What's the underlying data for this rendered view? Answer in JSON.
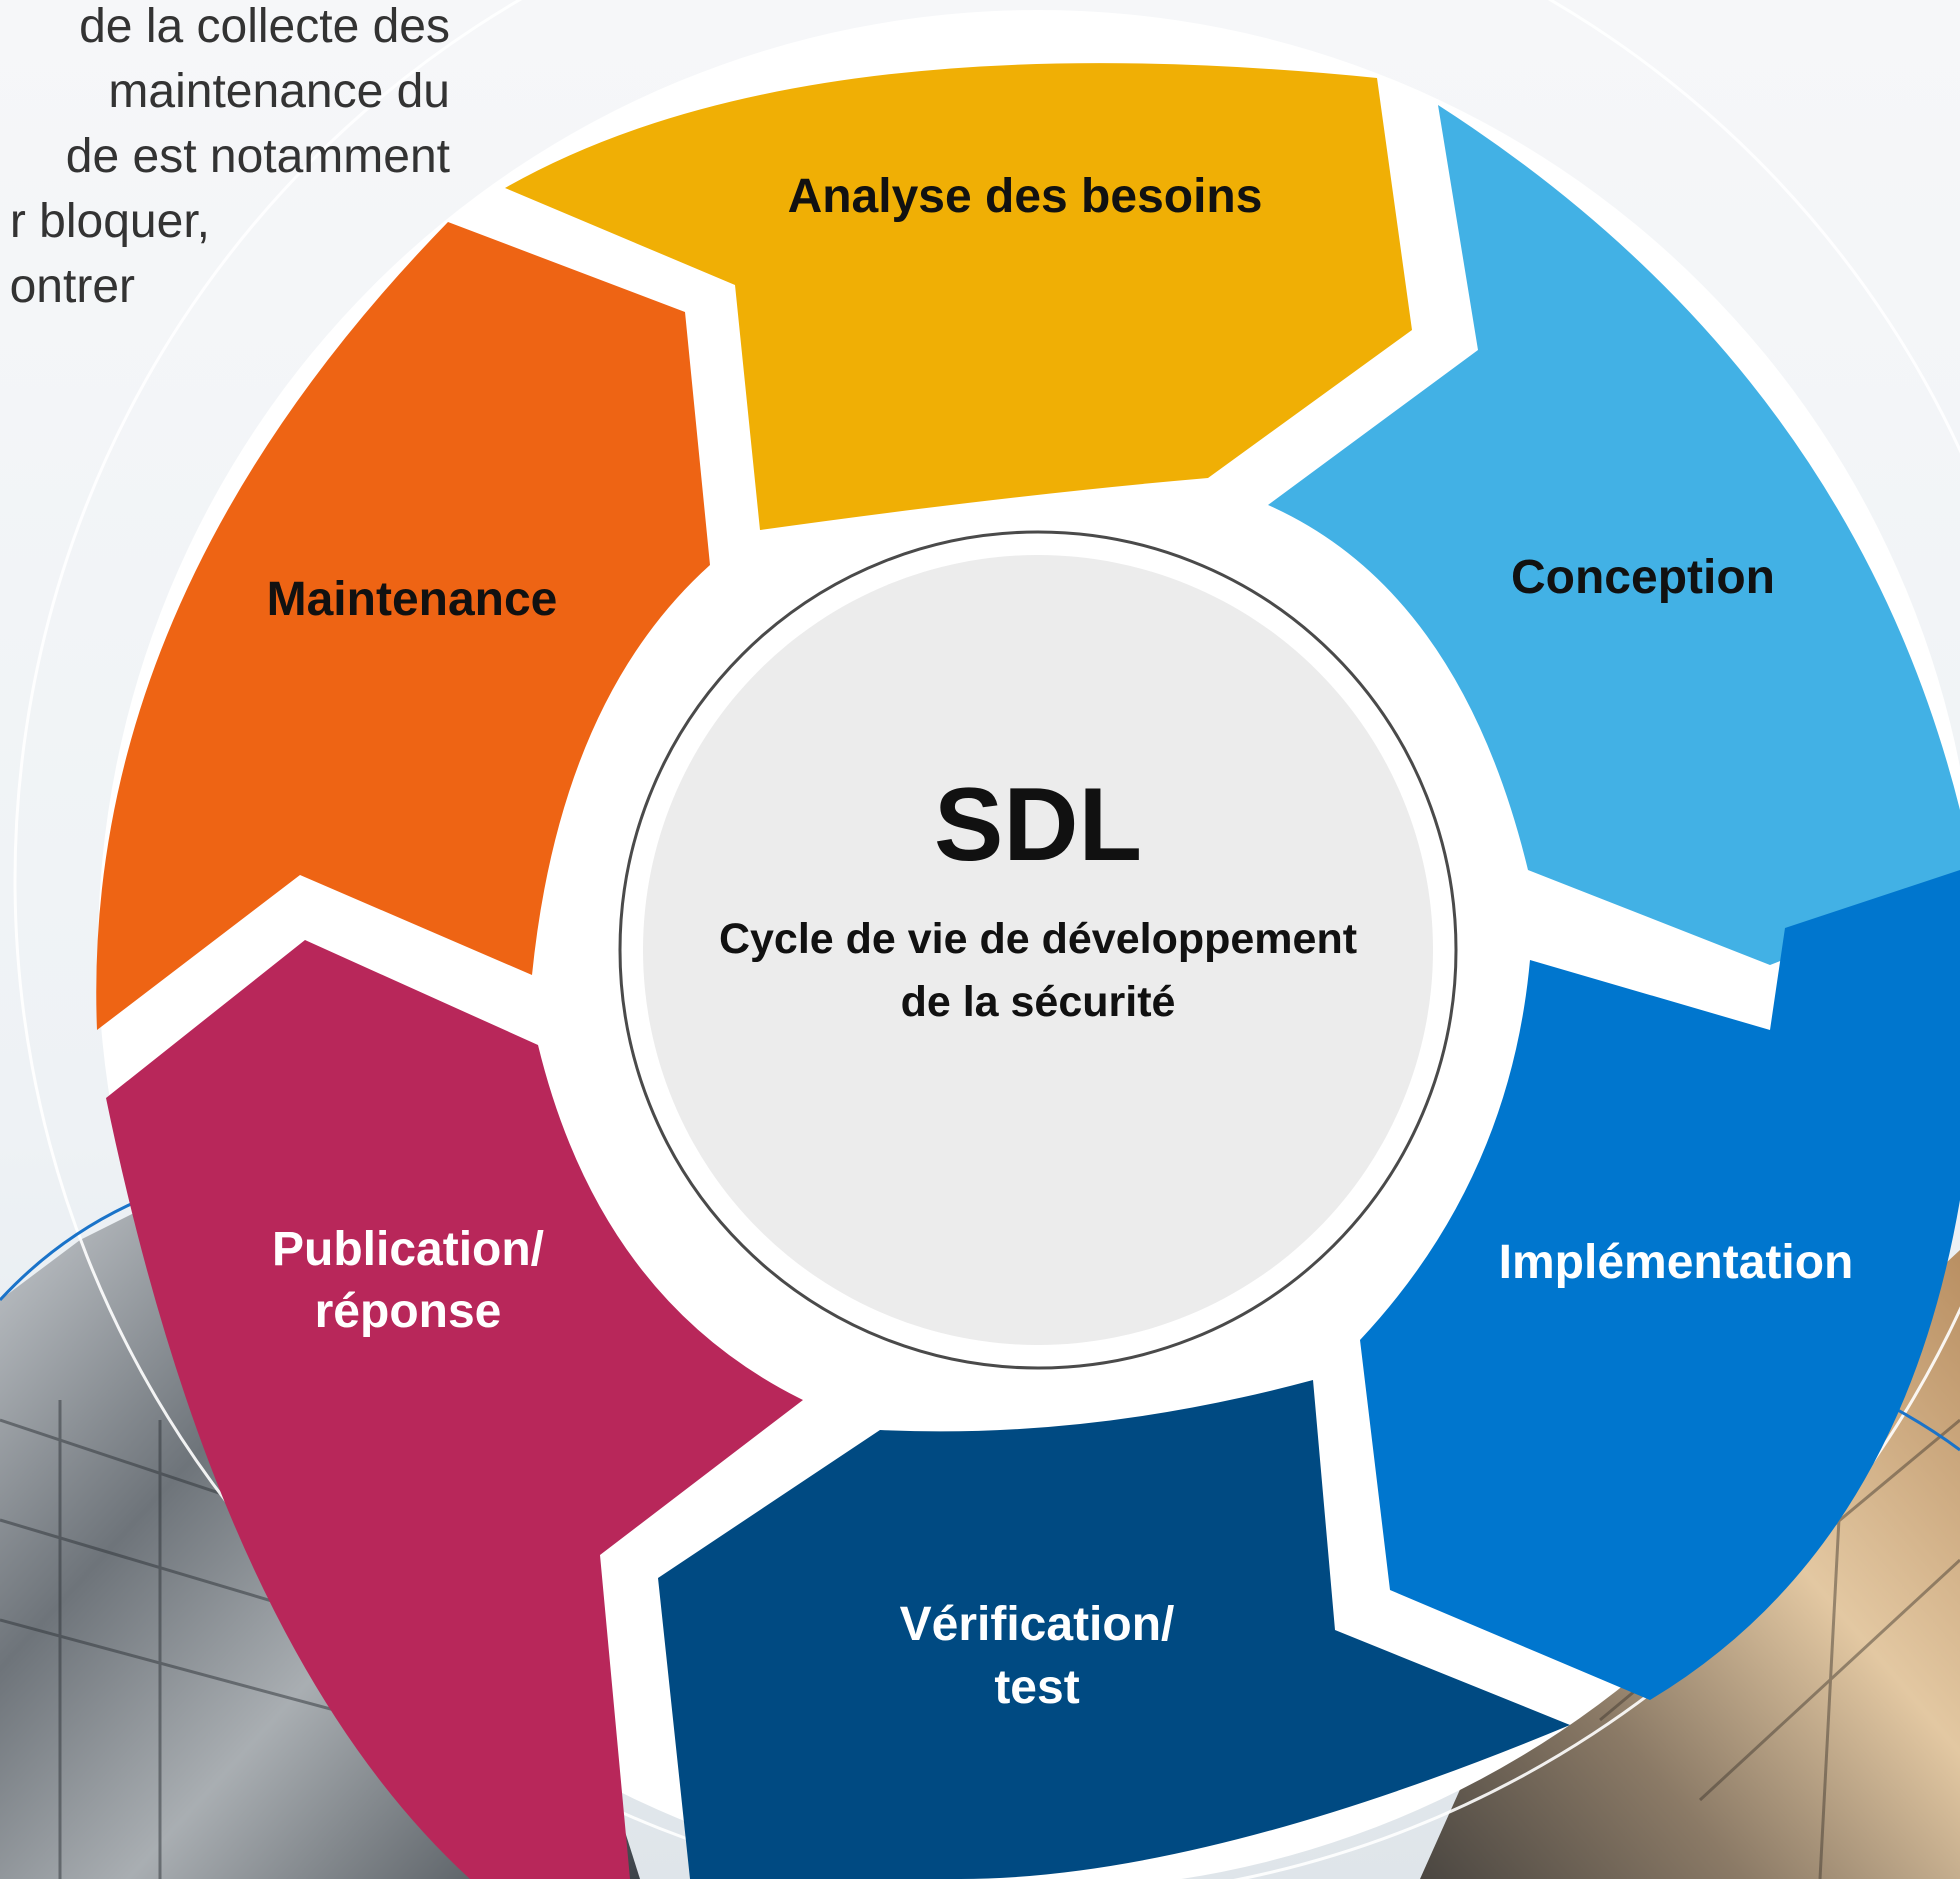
{
  "intro_text": {
    "lines": [
      "de la collecte des",
      "maintenance du",
      "de est notamment",
      "r bloquer,",
      "ontrer"
    ]
  },
  "diagram": {
    "center": {
      "title": "SDL",
      "subtitle_line1": "Cycle de vie de développement",
      "subtitle_line2": "de la sécurité"
    },
    "segments": [
      {
        "id": "analyse",
        "label_lines": [
          "Analyse des besoins"
        ],
        "color": "#F0AF05",
        "text_color": "#111111"
      },
      {
        "id": "conception",
        "label_lines": [
          "Conception"
        ],
        "color": "#42B1E5",
        "text_color": "#111111"
      },
      {
        "id": "implementation",
        "label_lines": [
          "Implémentation"
        ],
        "color": "#0076CE",
        "text_color": "#FFFFFF"
      },
      {
        "id": "verification",
        "label_lines": [
          "Vérification/",
          "test"
        ],
        "color": "#004A82",
        "text_color": "#FFFFFF"
      },
      {
        "id": "publication",
        "label_lines": [
          "Publication/",
          "réponse"
        ],
        "color": "#B8275A",
        "text_color": "#FFFFFF"
      },
      {
        "id": "maintenance",
        "label_lines": [
          "Maintenance"
        ],
        "color": "#EE6414",
        "text_color": "#111111"
      }
    ]
  }
}
